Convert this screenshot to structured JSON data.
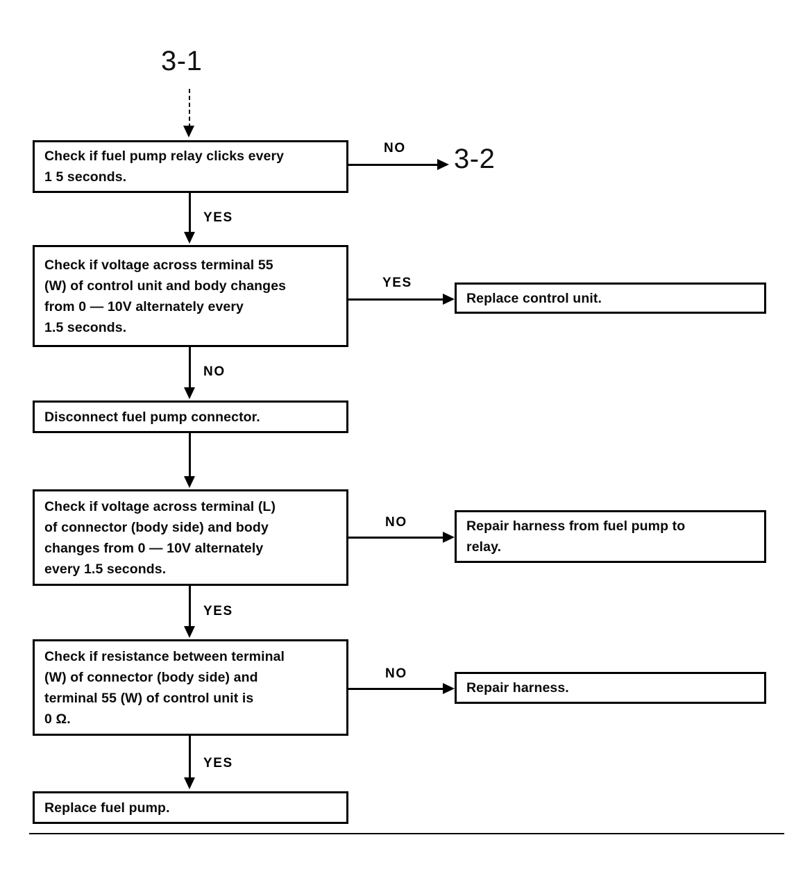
{
  "diagram": {
    "title_ref": "3-1",
    "exit_ref": "3-2",
    "colors": {
      "ink": "#000000",
      "paper": "#ffffff"
    },
    "entry": {
      "label": "3-1",
      "style": "dashed-arrow-down"
    },
    "boxes": [
      {
        "id": "check-relay-clicks",
        "text": "Check if fuel pump relay clicks every\n1 5 seconds."
      },
      {
        "id": "check-voltage-terminal-55",
        "text": "Check if voltage across terminal 55\n(W) of control unit and body changes\nfrom 0 — 10V alternately every\n1.5 seconds."
      },
      {
        "id": "replace-control-unit",
        "text": "Replace control unit."
      },
      {
        "id": "disconnect-fuel-pump-connector",
        "text": "Disconnect fuel pump connector."
      },
      {
        "id": "check-voltage-terminal-l",
        "text": "Check if voltage across terminal (L)\nof connector (body side) and body\nchanges from 0 — 10V alternately\nevery 1.5 seconds."
      },
      {
        "id": "repair-harness-pump-to-relay",
        "text": "Repair harness from fuel pump to\nrelay."
      },
      {
        "id": "check-resistance-terminal-w",
        "text": "Check if resistance between terminal\n(W) of connector (body side) and\nterminal 55 (W) of control unit is\n0 Ω."
      },
      {
        "id": "repair-harness",
        "text": "Repair harness."
      },
      {
        "id": "replace-fuel-pump",
        "text": "Replace fuel pump."
      }
    ],
    "branches": [
      {
        "id": "b1-no",
        "label": "NO"
      },
      {
        "id": "b1-yes",
        "label": "YES"
      },
      {
        "id": "b2-yes",
        "label": "YES"
      },
      {
        "id": "b2-no",
        "label": "NO"
      },
      {
        "id": "b4-no",
        "label": "NO"
      },
      {
        "id": "b4-yes",
        "label": "YES"
      },
      {
        "id": "b5-no",
        "label": "NO"
      },
      {
        "id": "b5-yes",
        "label": "YES"
      }
    ]
  }
}
